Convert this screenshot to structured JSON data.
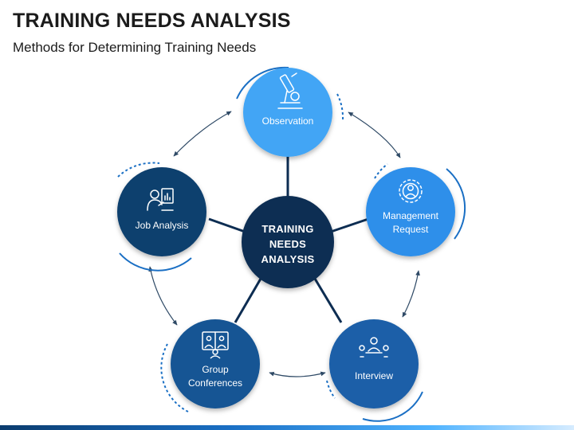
{
  "header": {
    "title": "TRAINING NEEDS ANALYSIS",
    "subtitle": "Methods for Determining Training Needs"
  },
  "diagram": {
    "center_label_lines": [
      "TRAINING",
      "NEEDS",
      "ANALYSIS"
    ],
    "nodes": [
      {
        "id": "observation",
        "label_lines": [
          "Observation"
        ],
        "icon": "microscope-icon"
      },
      {
        "id": "management-request",
        "label_lines": [
          "Management",
          "Request"
        ],
        "icon": "manager-gear-icon"
      },
      {
        "id": "interview",
        "label_lines": [
          "Interview"
        ],
        "icon": "interview-meeting-icon"
      },
      {
        "id": "group-conferences",
        "label_lines": [
          "Group",
          "Conferences"
        ],
        "icon": "video-conference-icon"
      },
      {
        "id": "job-analysis",
        "label_lines": [
          "Job Analysis"
        ],
        "icon": "presenter-chart-icon"
      }
    ]
  },
  "colors": {
    "center": "#0d2d52",
    "observation": "#42a5f5",
    "management_request": "#2d8fea",
    "interview": "#1a5fa8",
    "group_conferences": "#165594",
    "job_analysis": "#0f3f6e",
    "connector": "#0d2d52",
    "arrow": "#2f4a66"
  }
}
